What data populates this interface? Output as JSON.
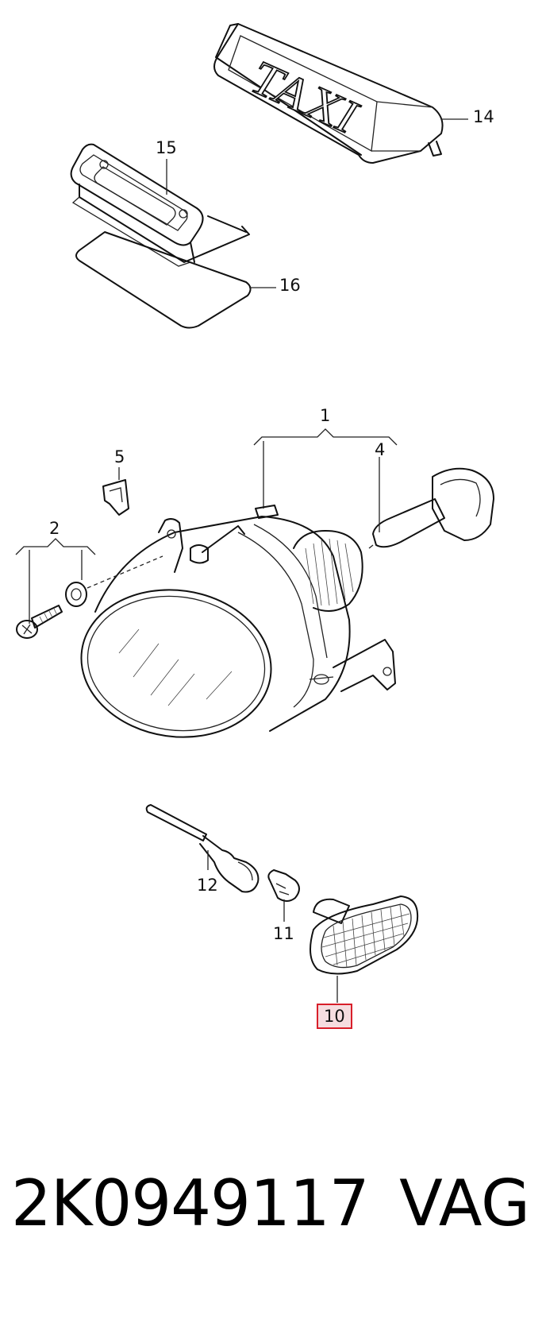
{
  "callouts": {
    "c1": "1",
    "c2": "2",
    "c4": "4",
    "c5": "5",
    "c10": "10",
    "c11": "11",
    "c12": "12",
    "c14": "14",
    "c15": "15",
    "c16": "16"
  },
  "taxi_sign_text": "TAXI",
  "highlighted_callout": "10",
  "highlight_color": "#d81f2a",
  "footer": {
    "part_number": "2K0949117",
    "brand": "VAG"
  }
}
